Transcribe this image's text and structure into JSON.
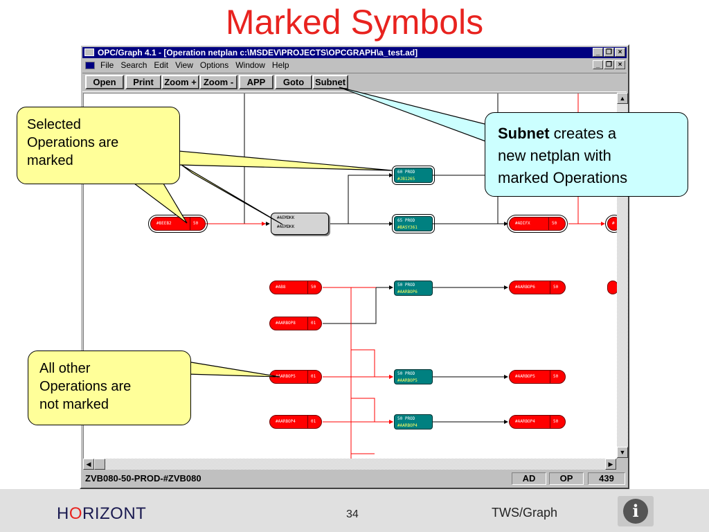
{
  "slide_title": "Marked Symbols",
  "window": {
    "title": "OPC/Graph 4.1 - [Operation netplan c:\\MSDEV\\PROJECTS\\OPCGRAPH\\a_test.ad]",
    "menu": [
      "File",
      "Search",
      "Edit",
      "View",
      "Options",
      "Window",
      "Help"
    ],
    "toolbar": [
      "Open",
      "Print",
      "Zoom +",
      "Zoom -",
      "APP",
      "Goto",
      "Subnet"
    ],
    "status": {
      "text": "ZVB080-50-PROD-#ZVB080",
      "panel1": "AD",
      "panel2": "OP",
      "panel3": "439"
    }
  },
  "nodes": {
    "left_op": {
      "label": "#BEEB2",
      "num": "50"
    },
    "gray_op": {
      "line1": "#AEMDKK",
      "line2": "#AEMDKK"
    },
    "teal1": {
      "l1": "60  PROD",
      "l2": "#JB1265"
    },
    "teal2": {
      "l1": "65  PROD",
      "l2": "#BASY361"
    },
    "teal3": {
      "l1": "50  PROD",
      "l2": "#AARBOP6"
    },
    "teal4": {
      "l1": "50  PROD",
      "l2": "#AARBOP5"
    },
    "teal5": {
      "l1": "50  PROD",
      "l2": "#AARBOP4"
    },
    "right1": {
      "label": "#ADIFX",
      "num": "50"
    },
    "right_edge": {
      "label": "#",
      "num": ""
    },
    "row3_left": {
      "label": "#AB8",
      "num": "50"
    },
    "row3_right": {
      "label": "#AARBOP6",
      "num": "50"
    },
    "row4_left": {
      "label": "#AARBOP8",
      "num": "01"
    },
    "row5_left": {
      "label": "#AARBOP5",
      "num": "01"
    },
    "row5_right": {
      "label": "#AARBOP5",
      "num": "50"
    },
    "row6_left": {
      "label": "#AARBOP4",
      "num": "01"
    },
    "row6_right": {
      "label": "#AARBOP4",
      "num": "50"
    }
  },
  "callouts": {
    "selected": [
      "Selected",
      "Operations are",
      "marked"
    ],
    "others": [
      "All other",
      "Operations are",
      "not marked"
    ],
    "subnet_bold": "Subnet",
    "subnet_rest1": " creates a",
    "subnet_lines": [
      "new netplan with",
      "marked Operations"
    ]
  },
  "footer": {
    "brand_h": "H",
    "brand_o": "O",
    "brand_rest": "RIZONT",
    "page": "34",
    "product": "TWS/Graph",
    "info_icon": "i"
  }
}
